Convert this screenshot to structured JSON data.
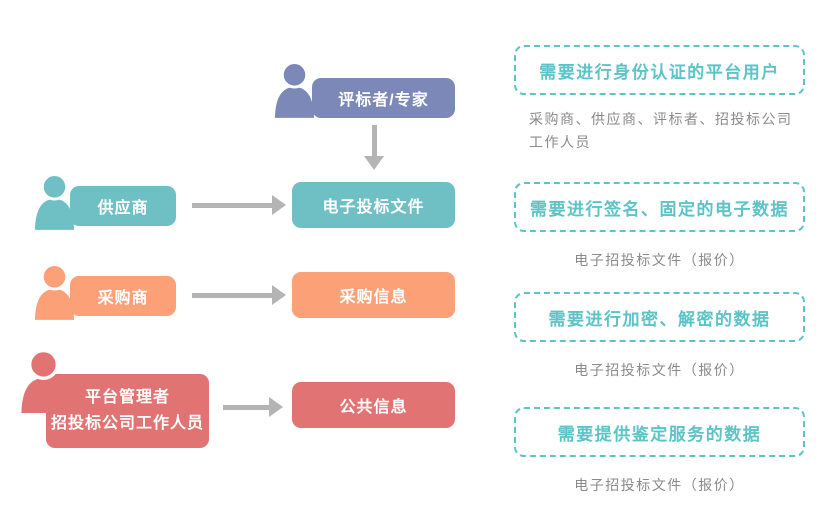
{
  "colors": {
    "purple": "#7C88B8",
    "teal": "#6FC0C5",
    "orange": "#FBA077",
    "red": "#E17373",
    "legend_teal": "#5CC3C7",
    "arrow_gray": "#B4B4B4",
    "desc_gray": "#8A8A8A"
  },
  "flow": {
    "evaluator": {
      "label": "评标者/专家"
    },
    "supplier": {
      "label": "供应商",
      "target": "电子投标文件"
    },
    "purchaser": {
      "label": "采购商",
      "target": "采购信息"
    },
    "admin": {
      "label_line1": "平台管理者",
      "label_line2": "招投标公司工作人员",
      "target": "公共信息"
    }
  },
  "legend": {
    "items": [
      {
        "title": "需要进行身份认证的平台用户",
        "desc_line1": "采购商、供应商、评标者、招投标公司",
        "desc_line2": "工作人员"
      },
      {
        "title": "需要进行签名、固定的电子数据",
        "desc": "电子招投标文件（报价）"
      },
      {
        "title": "需要进行加密、解密的数据",
        "desc": "电子招投标文件（报价）"
      },
      {
        "title": "需要提供鉴定服务的数据",
        "desc": "电子招投标文件（报价）"
      }
    ]
  }
}
